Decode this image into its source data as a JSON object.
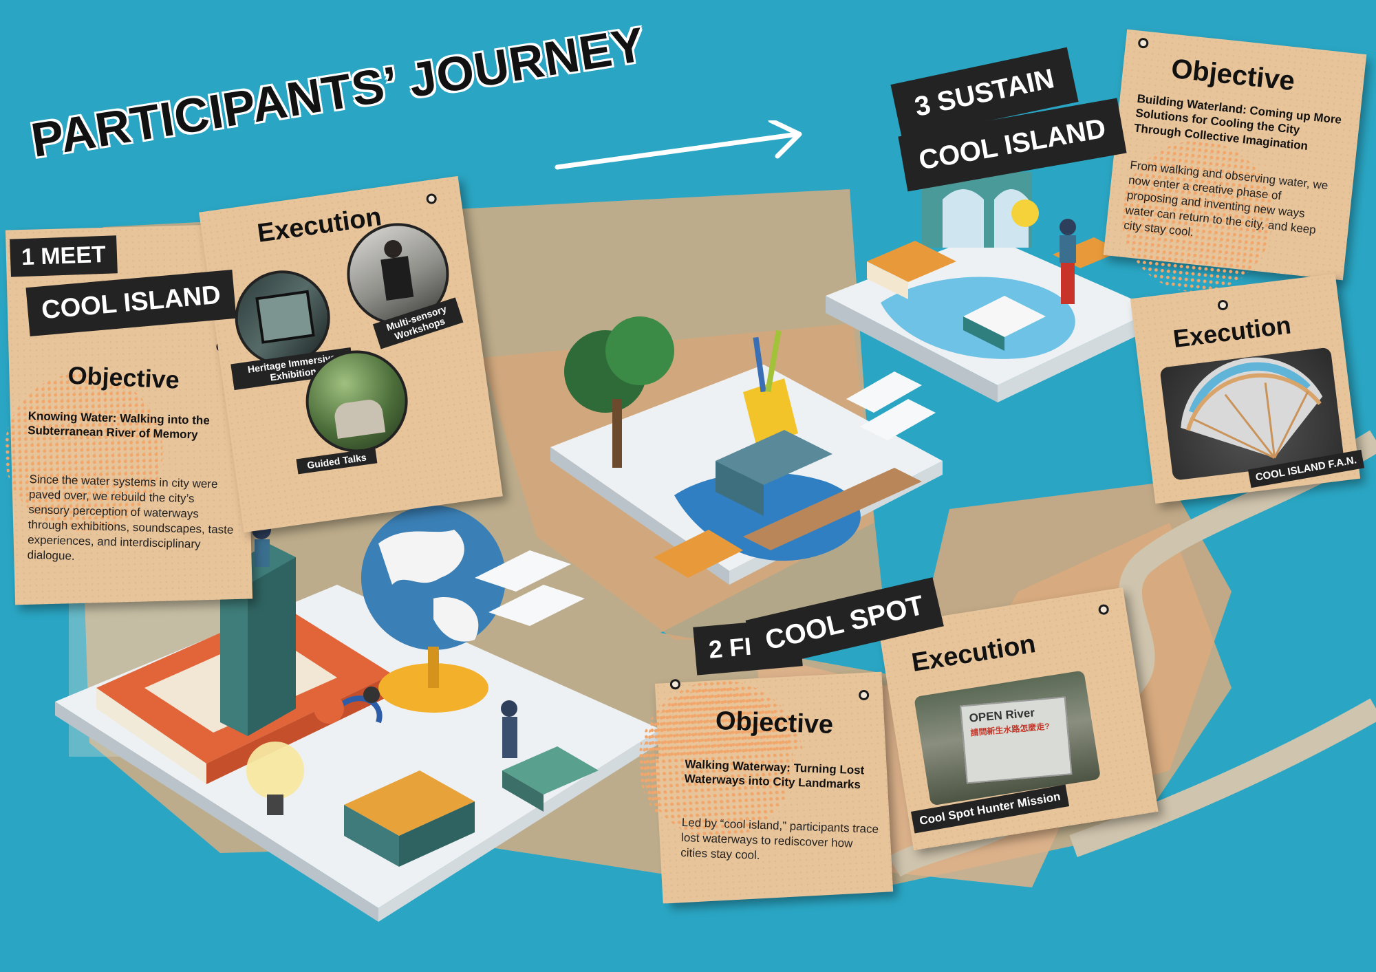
{
  "title": "PARTICIPANTS’ JOURNEY",
  "stage1": {
    "label_line1": "1 MEET",
    "label_line2": "COOL ISLAND",
    "objective_heading": "Objective",
    "objective_subtitle": "Knowing Water: Walking into the Subterranean River of Memory",
    "objective_body": "Since the water systems in city were paved over, we rebuild the city’s sensory perception of waterways through exhibitions, soundscapes, taste experiences, and interdisciplinary dialogue.",
    "execution_heading": "Execution",
    "photo_captions": [
      "Heritage Immersive Exhibition",
      "Multi-sensory Workshops",
      "Guided Talks"
    ]
  },
  "stage2": {
    "label_line1": "2 FIND",
    "label_line2": "COOL SPOT",
    "objective_heading": "Objective",
    "objective_subtitle": "Walking Waterway: Turning Lost Waterways into City Landmarks",
    "objective_body": "Led by “cool island,” participants trace lost waterways to rediscover how cities stay cool.",
    "execution_heading": "Execution",
    "photo_caption": "Cool Spot Hunter Mission",
    "photo_sign_line1": "OPEN River",
    "photo_sign_line2": "請問新生水路怎麼走?"
  },
  "stage3": {
    "label_line1": "3 SUSTAIN",
    "label_line2": "COOL ISLAND",
    "objective_heading": "Objective",
    "objective_subtitle": "Building Waterland: Coming up More Solutions for Cooling the City Through Collective Imagination",
    "objective_body": "From walking and observing water, we now enter a creative phase of proposing and inventing new ways water can return to the city, and keep city stay cool.",
    "execution_heading": "Execution",
    "photo_caption": "COOL ISLAND F.A.N."
  },
  "colors": {
    "background": "#2aa6c4",
    "paper": "#e8c49a",
    "label": "#232323",
    "dots": "#f2a66a"
  }
}
